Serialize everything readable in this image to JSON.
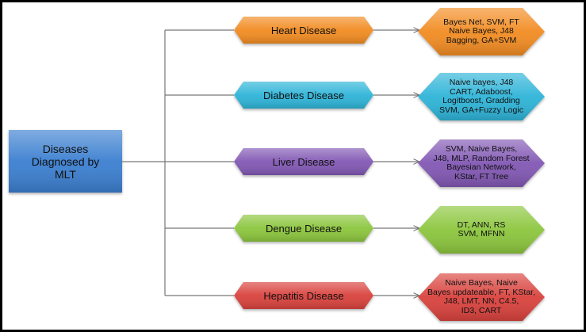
{
  "root": {
    "lines": [
      "Diseases",
      "Diagnosed by",
      "MLT"
    ],
    "color": "#3a7fd0"
  },
  "diseases": [
    {
      "name": "Heart Disease",
      "color": "#f28c24",
      "algorithms": [
        "Bayes Net, SVM, FT",
        "Naive Bayes, J48",
        "Bagging, GA+SVM"
      ]
    },
    {
      "name": "Diabetes Disease",
      "color": "#2fb4d8",
      "algorithms": [
        "Naive bayes, J48",
        "CART, Adaboost,",
        "Logitboost, Gradding",
        "SVM, GA+Fuzzy Logic"
      ]
    },
    {
      "name": "Liver Disease",
      "color": "#8258b4",
      "algorithms": [
        "SVM, Naive Bayes,",
        "J48, MLP, Random Forest",
        "Bayesian Network,",
        "KStar, FT Tree"
      ]
    },
    {
      "name": "Dengue Disease",
      "color": "#8cc63e",
      "algorithms": [
        "DT, ANN, RS",
        "SVM, MFNN"
      ]
    },
    {
      "name": "Hepatitis Disease",
      "color": "#d9423e",
      "algorithms": [
        "Naive Bayes, Naive",
        "Bayes updateable, FT, KStar,",
        "J48, LMT, NN, C4.5,",
        "ID3, CART"
      ]
    }
  ]
}
